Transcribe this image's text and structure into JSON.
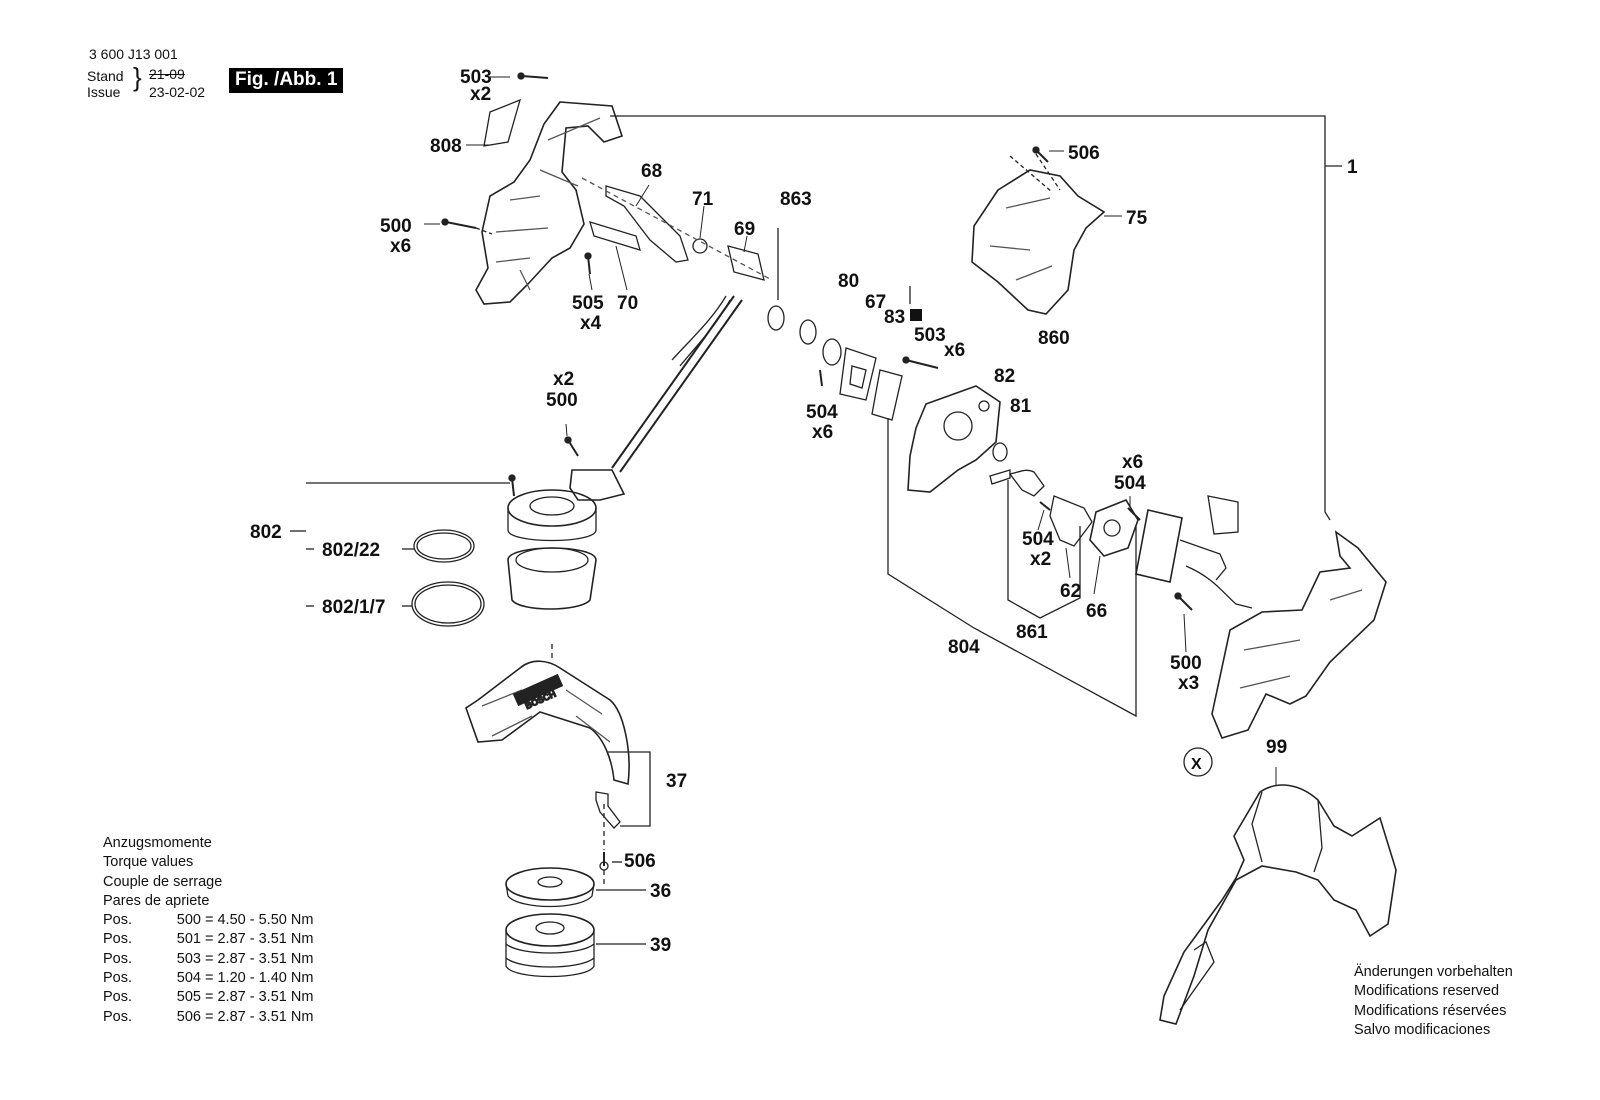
{
  "header": {
    "doc_number": "3 600 J13 001",
    "stand_label": "Stand",
    "issue_label": "Issue",
    "stand_value": "21-09",
    "issue_value": "23-02-02",
    "figure_label": "Fig. /Abb. 1"
  },
  "torque": {
    "titles": [
      "Anzugsmomente",
      "Torque values",
      "Couple de serrage",
      "Pares de apriete"
    ],
    "rows": [
      {
        "pos": "Pos.",
        "num": "500",
        "value": "= 4.50 - 5.50 Nm"
      },
      {
        "pos": "Pos.",
        "num": "501",
        "value": "= 2.87 - 3.51 Nm"
      },
      {
        "pos": "Pos.",
        "num": "503",
        "value": "= 2.87 - 3.51 Nm"
      },
      {
        "pos": "Pos.",
        "num": "504",
        "value": "= 1.20 - 1.40 Nm"
      },
      {
        "pos": "Pos.",
        "num": "505",
        "value": "= 2.87 - 3.51 Nm"
      },
      {
        "pos": "Pos.",
        "num": "506",
        "value": "= 2.87 - 3.51 Nm"
      }
    ]
  },
  "notes": [
    "Änderungen vorbehalten",
    "Modifications reserved",
    "Modifications réservées",
    "Salvo modificaciones"
  ],
  "labels": {
    "p503a": "503",
    "x2a": "x2",
    "p808": "808",
    "p68": "68",
    "p71": "71",
    "p69": "69",
    "p500a": "500",
    "x6a": "x6",
    "p505": "505",
    "x4a": "x4",
    "p70": "70",
    "p863": "863",
    "p80": "80",
    "p67": "67",
    "p83": "83",
    "p503b": "503",
    "x6b": "x6",
    "p82": "82",
    "p860": "860",
    "p81": "81",
    "p504a": "504",
    "x6c": "x6",
    "p506a": "506",
    "p75": "75",
    "p1": "1",
    "x2b": "x2",
    "p500b": "500",
    "x6d": "x6",
    "p504b": "504",
    "p504c": "504",
    "x2c": "x2",
    "p62": "62",
    "p66": "66",
    "p802": "802",
    "p802_22": "802/22",
    "p802_1_7": "802/1/7",
    "p804": "804",
    "p861": "861",
    "p500c": "500",
    "x3a": "x3",
    "pX": "X",
    "p99": "99",
    "p37": "37",
    "p506b": "506",
    "p36": "36",
    "p39": "39",
    "brand": "BOSCH"
  }
}
